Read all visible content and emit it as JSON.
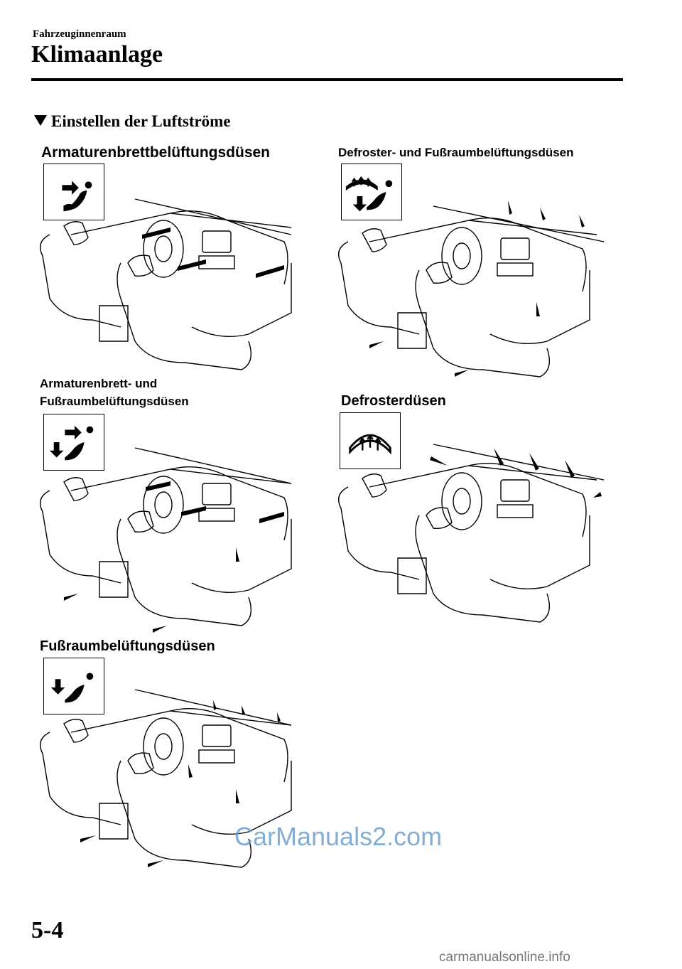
{
  "header": {
    "chapter": "Fahrzeuginnenraum",
    "title": "Klimaanlage"
  },
  "section": {
    "title": "Einstellen der Luftströme"
  },
  "panels": [
    {
      "label": "Armaturenbrettbelüftungsdüsen",
      "icon": "face-vent-icon"
    },
    {
      "label": "Defroster- und Fußraumbelüftungsdüsen",
      "icon": "defrost-floor-icon"
    },
    {
      "label_line1": "Armaturenbrett- und",
      "label_line2": "Fußraumbelüftungsdüsen",
      "icon": "bi-level-icon"
    },
    {
      "label": "Defrosterdüsen",
      "icon": "defrost-icon"
    },
    {
      "label": "Fußraumbelüftungsdüsen",
      "icon": "floor-vent-icon"
    }
  ],
  "watermark": "CarManuals2.com",
  "footer": {
    "page_number": "5-4",
    "site": "carmanualsonline.info"
  }
}
